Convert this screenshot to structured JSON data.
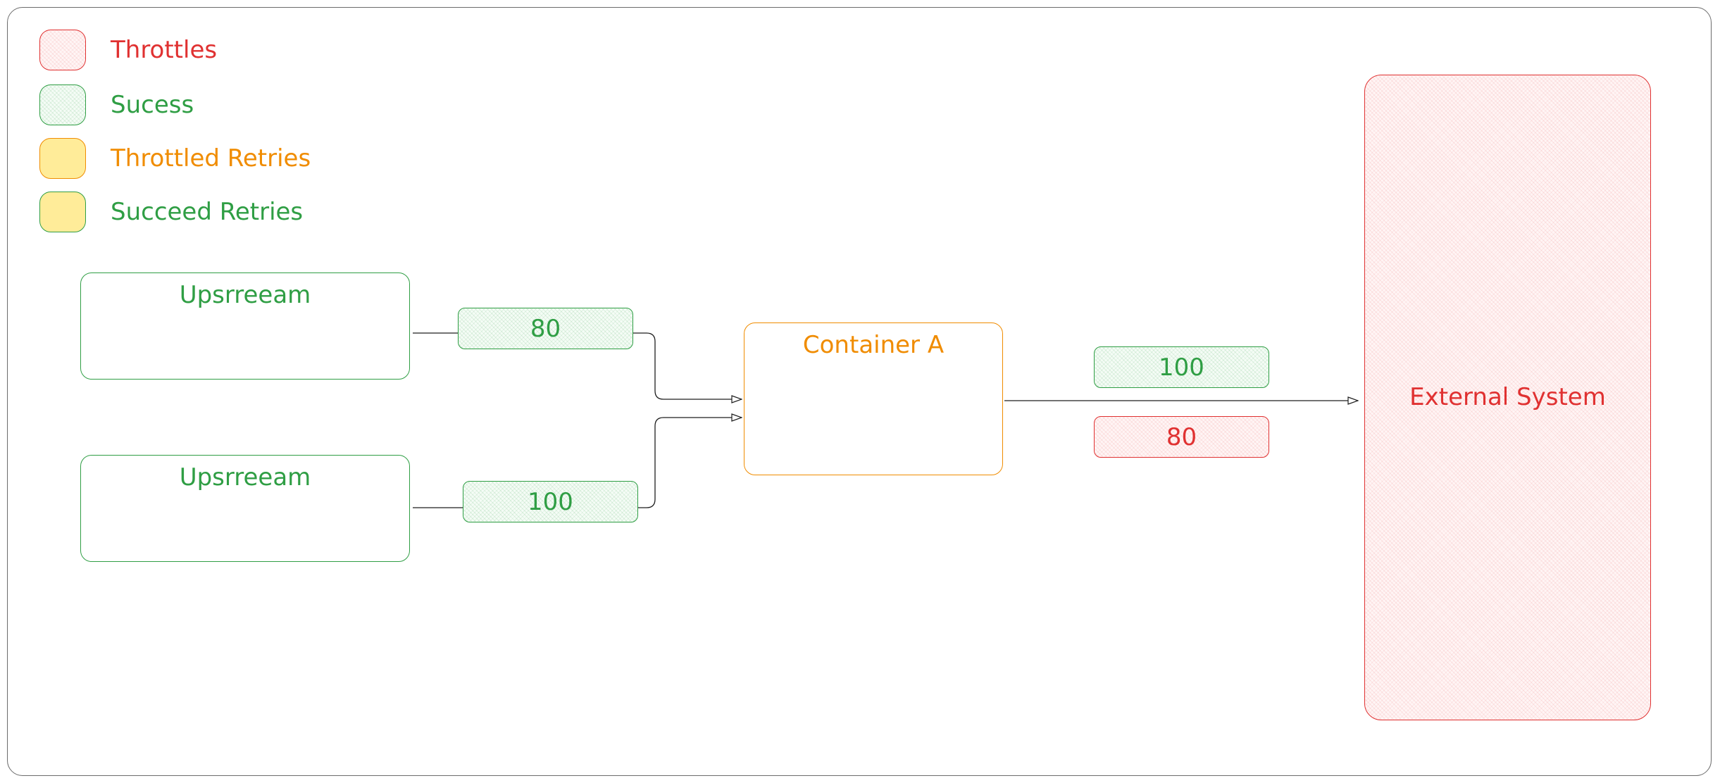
{
  "legend": {
    "throttles": "Throttles",
    "success": "Sucess",
    "throttled_retries": "Throttled Retries",
    "succeed_retries": "Succeed Retries"
  },
  "nodes": {
    "upstream_top": "Upsrreeam",
    "upstream_bottom": "Upsrreeam",
    "container": "Container A",
    "external": "External System"
  },
  "flows": {
    "upstream_top_success": "80",
    "upstream_bottom_success": "100",
    "out_success": "100",
    "out_throttles": "80"
  },
  "colors": {
    "red": "#e03131",
    "green": "#2f9e44",
    "orange": "#f08c00",
    "yellow_fill": "#ffec99",
    "frame": "#6b6b6b",
    "arrow": "#1e1e1e"
  }
}
